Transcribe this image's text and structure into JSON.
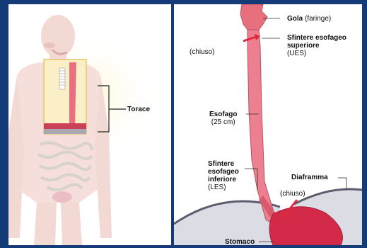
{
  "left_panel": {
    "torace_label": "Torace"
  },
  "right_panel": {
    "gola_label": "Gola",
    "gola_sub": "(faringe)",
    "chiuso_top": "(chiuso)",
    "ues_line1": "Sfintere esofageo",
    "ues_line2": "superiore",
    "ues_abbr": "(UES)",
    "esofago_label": "Esofago",
    "esofago_len": "(25 cm)",
    "les_line1": "Sfintere",
    "les_line2": "esofageo",
    "les_line3": "inferiore",
    "les_abbr": "(LES)",
    "diaframma_label": "Diaframma",
    "chiuso_bottom": "(chiuso)",
    "stomaco_label": "Stomaco"
  },
  "colors": {
    "background": "#143a78",
    "esophagus": "#e8707e",
    "stomach": "#d42a4a",
    "diaphragm": "#8b8b9b",
    "arrow": "#e0283c"
  }
}
